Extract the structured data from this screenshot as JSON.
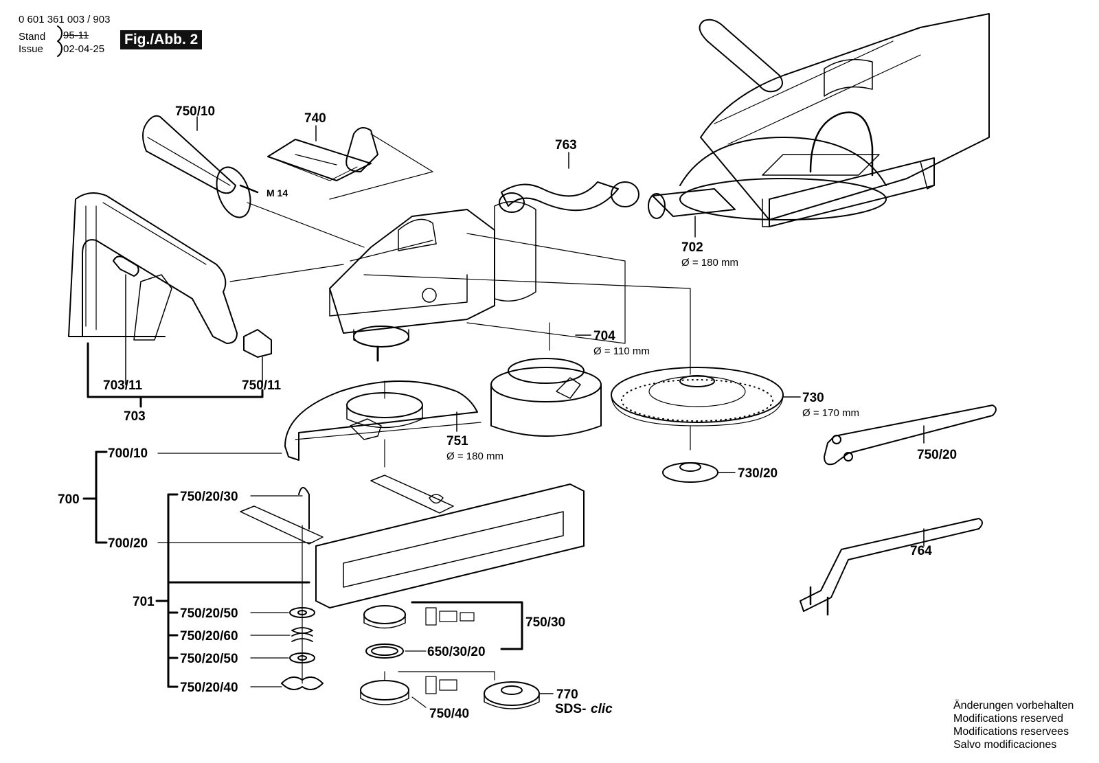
{
  "header": {
    "doc_number": "0 601 361 003 / 903",
    "stand_label": "Stand",
    "stand_value": "95-11",
    "issue_label": "Issue",
    "issue_value": "02-04-25",
    "figure": "Fig./Abb. 2"
  },
  "parts": {
    "p750_10": "750/10",
    "p740": "740",
    "m14": "M 14",
    "p763": "763",
    "p702": "702",
    "p702_dim": "Ø = 180 mm",
    "p703_11": "703/11",
    "p750_11": "750/11",
    "p703": "703",
    "p704": "704",
    "p704_dim": "Ø = 110 mm",
    "p730": "730",
    "p730_dim": "Ø = 170 mm",
    "p751": "751",
    "p751_dim": "Ø = 180 mm",
    "p750_20": "750/20",
    "p730_20": "730/20",
    "p700_10": "700/10",
    "p700": "700",
    "p750_20_30": "750/20/30",
    "p700_20": "700/20",
    "p764": "764",
    "p701": "701",
    "p750_20_50a": "750/20/50",
    "p750_30": "750/30",
    "p750_20_60": "750/20/60",
    "p650_30_20": "650/30/20",
    "p750_20_50b": "750/20/50",
    "p770": "770",
    "sds": "SDS-",
    "clic": "clic",
    "p750_20_40": "750/20/40",
    "p750_40": "750/40"
  },
  "footer": {
    "notes": [
      "Änderungen vorbehalten",
      "Modifications reserved",
      "Modifications reservees",
      "Salvo modificaciones"
    ]
  }
}
